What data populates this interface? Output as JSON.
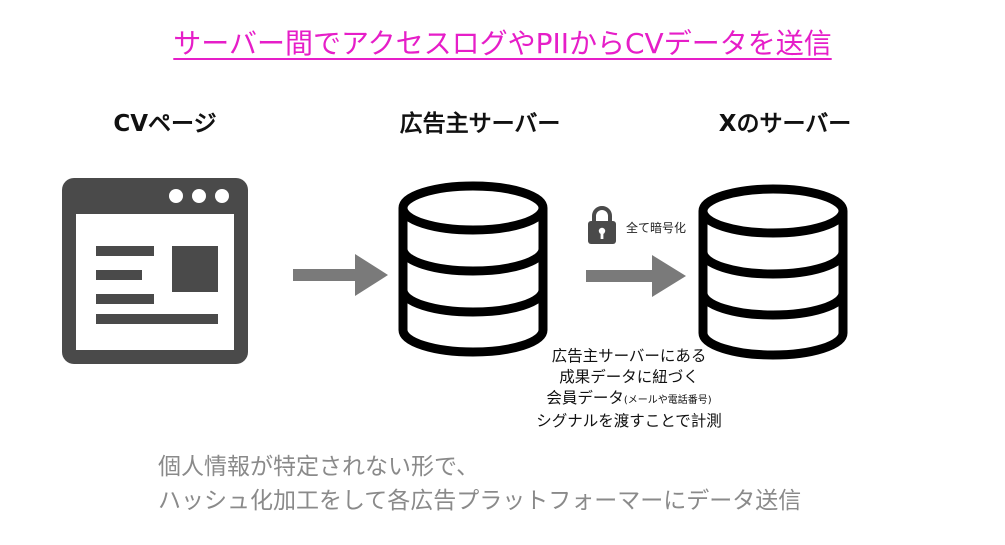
{
  "title": "サーバー間でアクセスログやPIIからCVデータを送信",
  "nodes": {
    "cv_page": {
      "label": "CVページ",
      "icon": "browser-window-icon"
    },
    "advertiser_server": {
      "label": "広告主サーバー",
      "icon": "database-icon"
    },
    "x_server": {
      "label": "Xのサーバー",
      "icon": "database-icon"
    }
  },
  "encryption": {
    "label": "全て暗号化",
    "icon": "lock-icon"
  },
  "note": {
    "line1": "広告主サーバーにある",
    "line2": "成果データに紐づく",
    "line3_main": "会員データ",
    "line3_small": "(メールや電話番号)",
    "line4": "シグナルを渡すことで計測"
  },
  "bottom_text": {
    "line1": "個人情報が特定されない形で、",
    "line2": "ハッシュ化加工をして各広告プラットフォーマーにデータ送信"
  },
  "colors": {
    "title": "#e61ec8",
    "icon": "#4a4a4a",
    "arrow": "#7a7a7a",
    "bottom_text": "#8a8a8a"
  }
}
